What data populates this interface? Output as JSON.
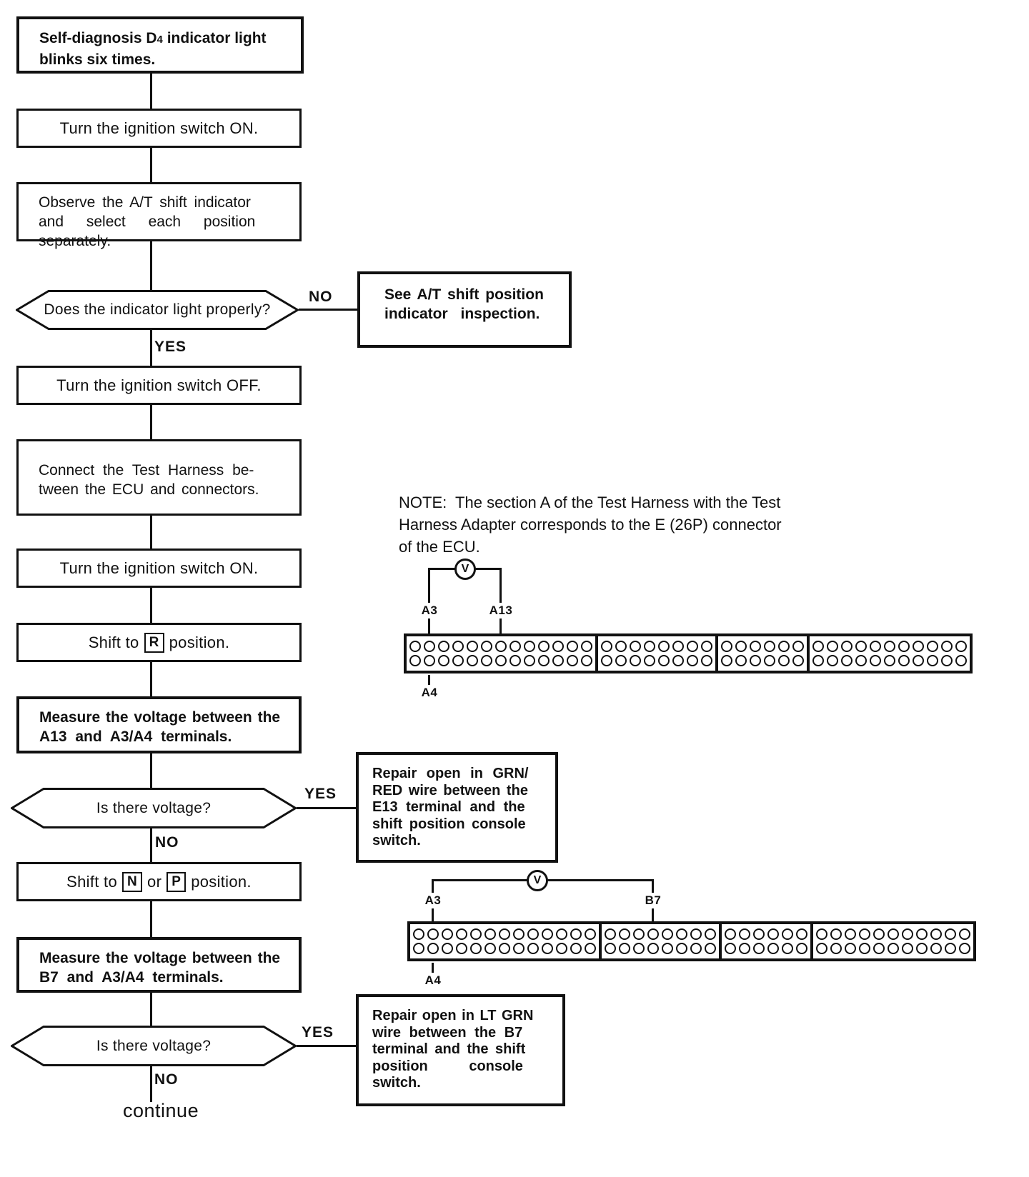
{
  "page": {
    "background": "#ffffff",
    "ink": "#111111"
  },
  "flow": {
    "start": {
      "line1_prefix": "Self-diagnosis D",
      "line1_sub": "4",
      "line1_suffix": " indicator light",
      "line2": "blinks six times."
    },
    "ignition_on_1": {
      "label": "Turn the ignition switch ON."
    },
    "observe": {
      "lines": [
        "Observe the A/T shift indicator",
        "and select each position",
        "separately."
      ]
    },
    "dec_indicator": {
      "label": "Does the indicator light properly?",
      "no": "NO",
      "yes": "YES"
    },
    "see_inspection": {
      "lines": [
        "See A/T shift position",
        "indicator inspection."
      ]
    },
    "ignition_off": {
      "label": "Turn the ignition switch OFF."
    },
    "connect_harness": {
      "lines": [
        "Connect the Test Harness be-",
        "tween the ECU and connectors."
      ]
    },
    "ignition_on_2": {
      "label": "Turn the ignition switch ON."
    },
    "shift_r": {
      "prefix": "Shift to",
      "key": "R",
      "suffix": "position."
    },
    "measure_a13": {
      "lines": [
        "Measure the voltage between the",
        "A13 and A3/A4 terminals."
      ]
    },
    "dec_voltage_1": {
      "label": "Is there voltage?",
      "yes": "YES",
      "no": "NO"
    },
    "repair_grn_red": {
      "lines": [
        "Repair open in GRN/",
        "RED wire between the",
        "E13 terminal and the",
        "shift position console",
        "switch."
      ]
    },
    "shift_np": {
      "prefix": "Shift to",
      "key1": "N",
      "mid": "or",
      "key2": "P",
      "suffix": "position."
    },
    "measure_b7": {
      "lines": [
        "Measure the voltage between the",
        "B7 and A3/A4 terminals."
      ]
    },
    "dec_voltage_2": {
      "label": "Is there voltage?",
      "yes": "YES",
      "no": "NO"
    },
    "repair_lt_grn": {
      "lines": [
        "Repair open in LT GRN",
        "wire between the B7",
        "terminal and the shift",
        "position console",
        "switch."
      ]
    },
    "continue_label": "continue"
  },
  "note": {
    "lines": [
      "NOTE:  The section A of the Test Harness with the Test",
      "Harness Adapter corresponds to the E (26P) connector",
      "of the ECU."
    ]
  },
  "diagrams": {
    "meter": "V",
    "connector_sections": [
      13,
      8,
      6,
      11
    ],
    "d1": {
      "left": "A3",
      "right": "A13",
      "bottom": "A4"
    },
    "d2": {
      "left": "A3",
      "right": "B7",
      "bottom": "A4"
    }
  }
}
